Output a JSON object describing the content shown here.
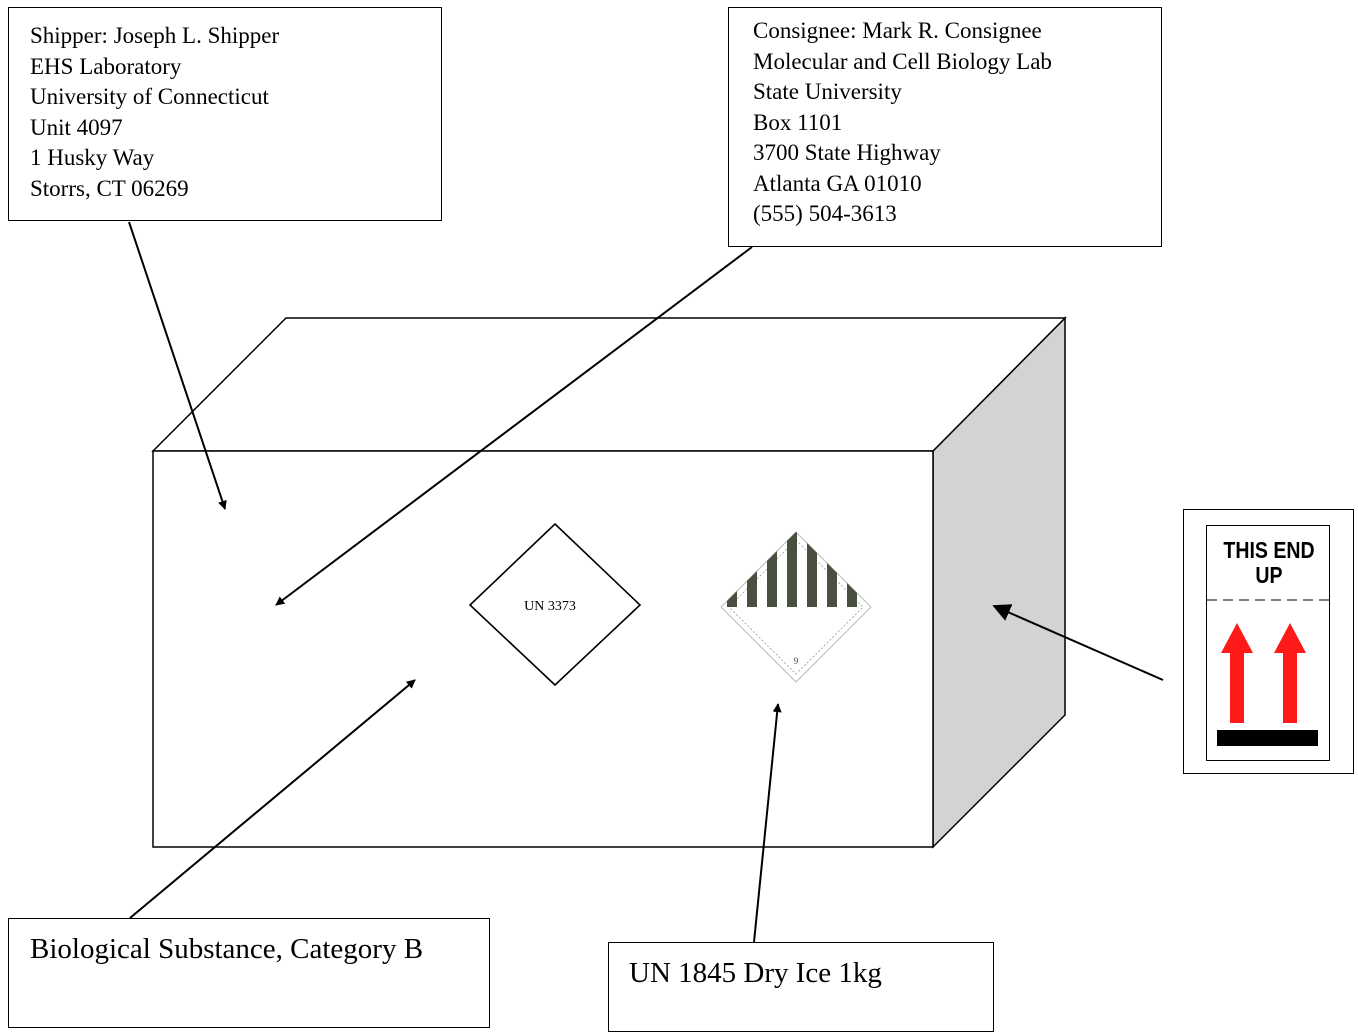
{
  "shipper": {
    "lines": [
      "Shipper:  Joseph L. Shipper",
      "EHS Laboratory",
      "University of Connecticut",
      "Unit 4097",
      "1 Husky Way",
      "Storrs, CT 06269"
    ]
  },
  "consignee": {
    "lines": [
      "Consignee: Mark R. Consignee",
      "Molecular and Cell Biology Lab",
      "State University",
      "Box 1101",
      "3700 State Highway",
      "Atlanta GA 01010",
      "(555) 504-3613"
    ]
  },
  "un3373_marking": "UN 3373",
  "class9_label_number": "9",
  "orientation_label": {
    "text_line1": "THIS END",
    "text_line2": "UP",
    "arrow_color": "#ff1a1a"
  },
  "bio_substance_label": "Biological Substance, Category B",
  "dry_ice_label": "UN 1845 Dry Ice 1kg",
  "colors": {
    "box_side": "#d3d3d3",
    "hazard_stripe": "#4a5040"
  }
}
